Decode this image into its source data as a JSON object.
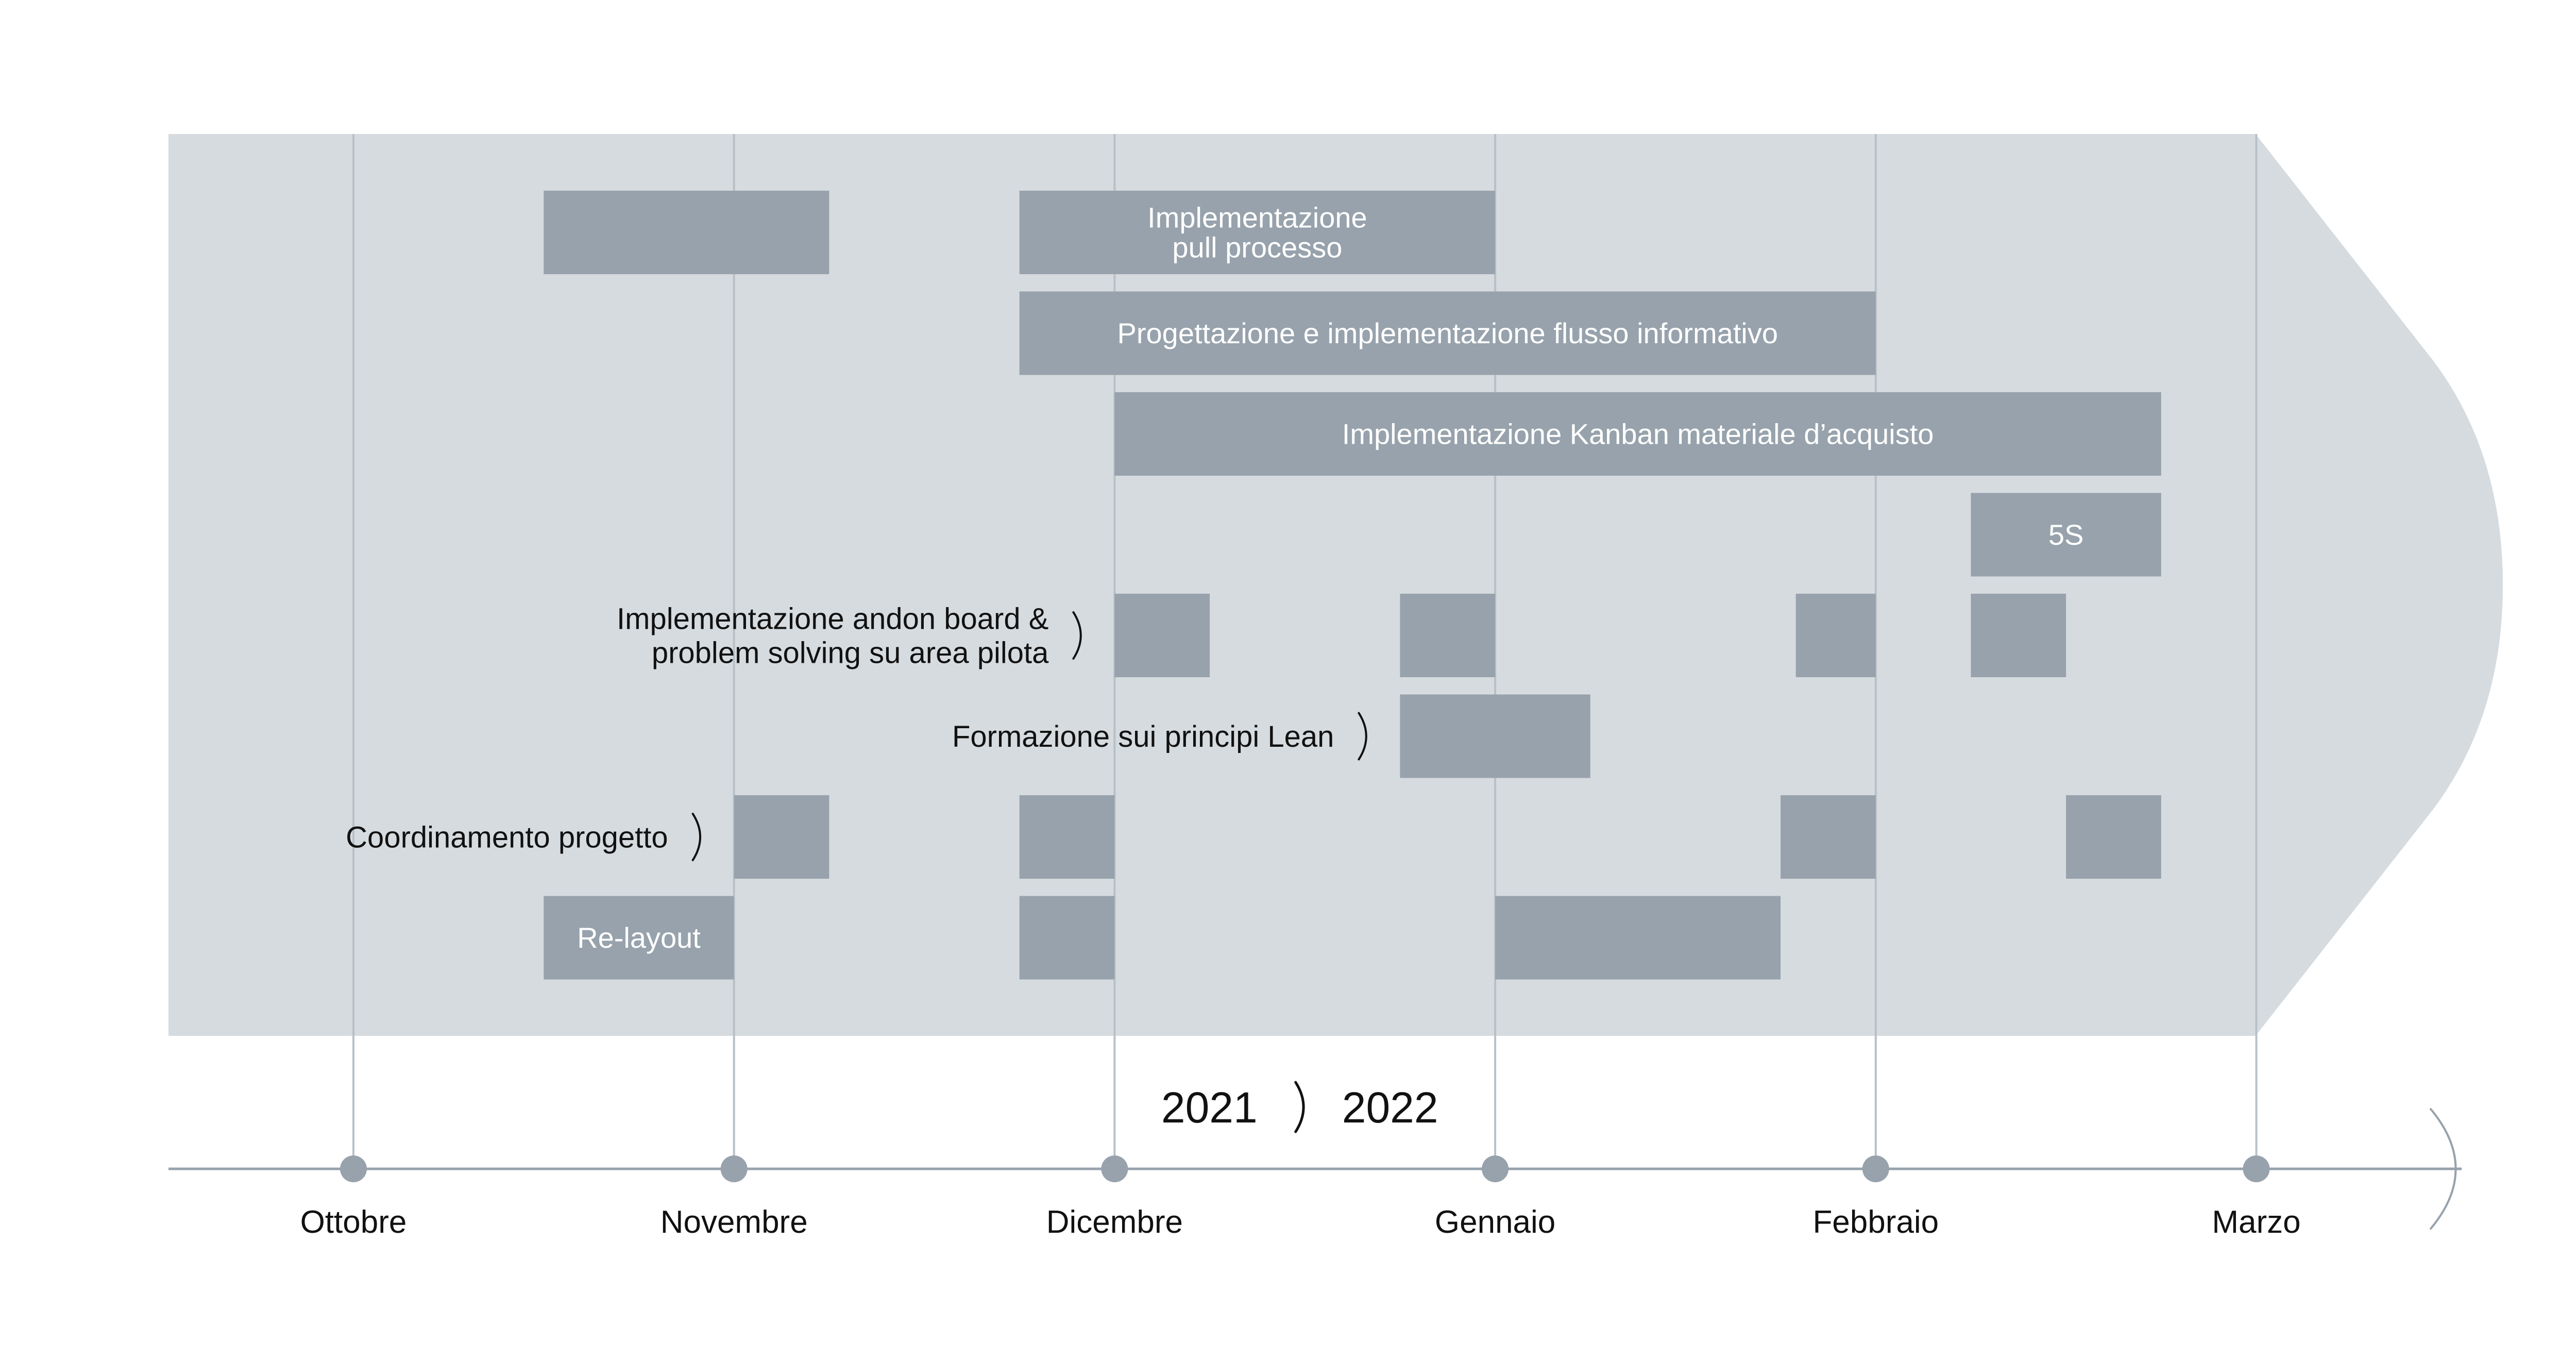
{
  "chart_data": {
    "type": "gantt",
    "months": [
      "Ottobre",
      "Novembre",
      "Dicembre",
      "Gennaio",
      "Febbraio",
      "Marzo"
    ],
    "years": [
      "2021",
      "2022"
    ],
    "rows": [
      {
        "label": "",
        "bars": [
          {
            "text": "",
            "start": 0.5,
            "end": 1.25
          },
          {
            "text": "Implementazione\npull processo",
            "start": 1.75,
            "end": 3.0
          }
        ]
      },
      {
        "label": "",
        "bars": [
          {
            "text": "Progettazione e implementazione flusso informativo",
            "start": 1.75,
            "end": 4.0
          }
        ]
      },
      {
        "label": "",
        "bars": [
          {
            "text": "Implementazione Kanban materiale d’acquisto",
            "start": 2.0,
            "end": 4.75
          }
        ]
      },
      {
        "label": "",
        "bars": [
          {
            "text": "5S",
            "start": 4.25,
            "end": 4.75
          }
        ]
      },
      {
        "label": "Implementazione andon board &\nproblem solving su area pilota",
        "bars": [
          {
            "text": "",
            "start": 2.0,
            "end": 2.25
          },
          {
            "text": "",
            "start": 2.75,
            "end": 3.0
          },
          {
            "text": "",
            "start": 3.79,
            "end": 4.0
          },
          {
            "text": "",
            "start": 4.25,
            "end": 4.5
          }
        ]
      },
      {
        "label": "Formazione sui principi Lean",
        "bars": [
          {
            "text": "",
            "start": 2.75,
            "end": 3.25
          }
        ]
      },
      {
        "label": "Coordinamento progetto",
        "bars": [
          {
            "text": "",
            "start": 1.0,
            "end": 1.25
          },
          {
            "text": "",
            "start": 1.75,
            "end": 2.0
          },
          {
            "text": "",
            "start": 3.75,
            "end": 4.0
          },
          {
            "text": "",
            "start": 4.5,
            "end": 4.75
          }
        ]
      },
      {
        "label": "",
        "bars": [
          {
            "text": "Re-layout",
            "start": 0.5,
            "end": 1.0
          },
          {
            "text": "",
            "start": 1.75,
            "end": 2.0
          },
          {
            "text": "",
            "start": 3.0,
            "end": 3.75
          }
        ]
      }
    ],
    "colors": {
      "panel": "#d6dbdf",
      "bar": "#97a2ac",
      "bar_text": "#ffffff",
      "grid": "#b8c0c7",
      "axis": "#97a2ac",
      "text": "#111111"
    }
  }
}
